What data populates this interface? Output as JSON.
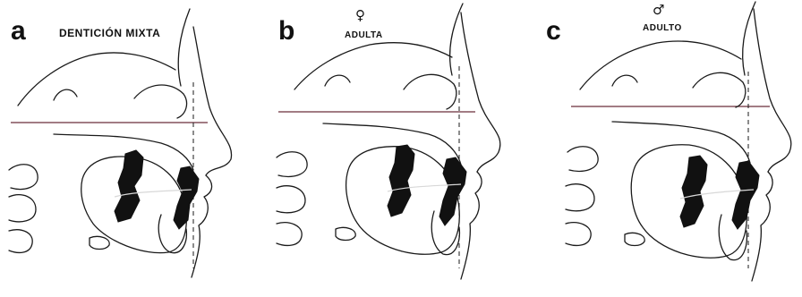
{
  "figure": {
    "panels": [
      {
        "id": "a",
        "letter": "a",
        "caption": "DENTICIÓN MIXTA",
        "sex_symbol": ""
      },
      {
        "id": "b",
        "letter": "b",
        "caption": "ADULTA",
        "sex_symbol": "♀"
      },
      {
        "id": "c",
        "letter": "c",
        "caption": "ADULTO",
        "sex_symbol": "♂"
      }
    ]
  }
}
